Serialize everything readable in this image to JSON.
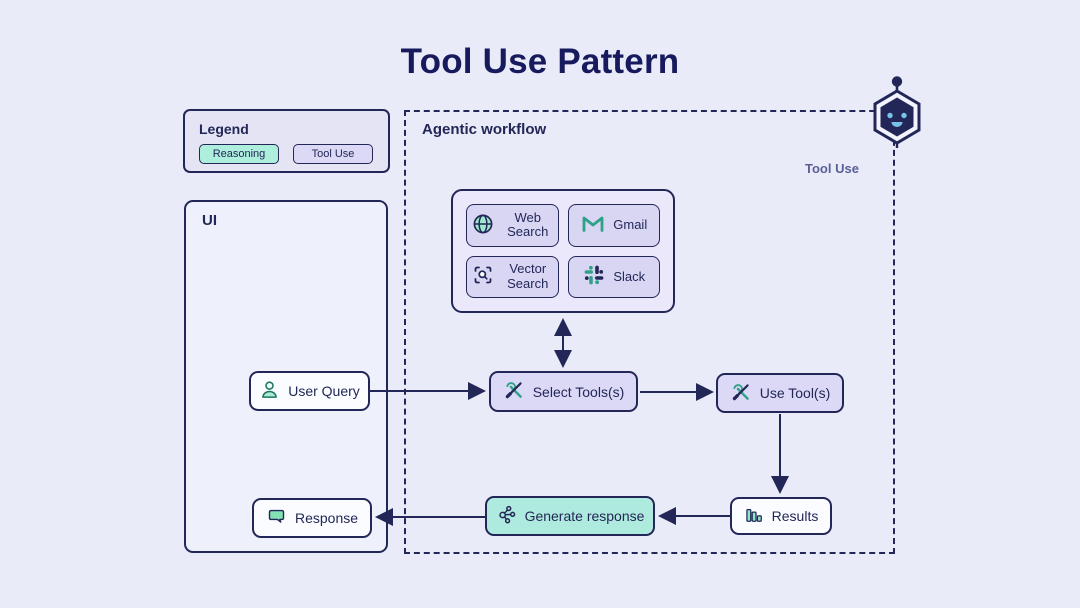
{
  "title": "Tool Use Pattern",
  "legend": {
    "title": "Legend",
    "items": [
      {
        "label": "Reasoning",
        "color": "#aeeedd"
      },
      {
        "label": "Tool Use",
        "color": "#dcd9f6"
      }
    ]
  },
  "ui_panel": {
    "title": "UI",
    "nodes": [
      {
        "label": "User Query",
        "icon": "user-icon"
      },
      {
        "label": "Response",
        "icon": "speech-bubble-icon"
      }
    ]
  },
  "workflow": {
    "title": "Agentic workflow",
    "side_label": "Tool Use",
    "tools": [
      {
        "label": "Web Search",
        "icon": "globe-icon"
      },
      {
        "label": "Gmail",
        "icon": "gmail-icon"
      },
      {
        "label": "Vector Search",
        "icon": "vector-search-icon"
      },
      {
        "label": "Slack",
        "icon": "slack-icon"
      }
    ],
    "nodes": [
      {
        "label": "Select Tools(s)",
        "icon": "crossed-tools-icon"
      },
      {
        "label": "Use Tool(s)",
        "icon": "crossed-tools-icon"
      },
      {
        "label": "Results",
        "icon": "bar-chart-icon"
      },
      {
        "label": "Generate response",
        "icon": "molecule-icon"
      }
    ]
  },
  "colors": {
    "background": "#e9ebf9",
    "navy": "#232757",
    "mint": "#aeeadd",
    "lavender": "#dcd9f6",
    "teal_icon": "#2fa188",
    "muted_label": "#5b5f95"
  }
}
